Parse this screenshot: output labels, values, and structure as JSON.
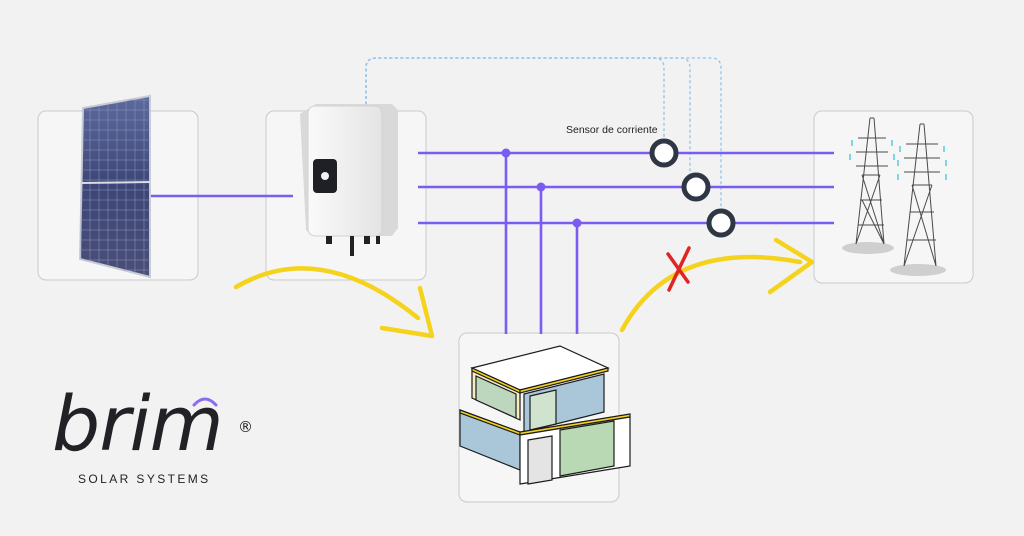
{
  "labels": {
    "sensor": "Sensor de corriente"
  },
  "logo": {
    "brand": "brim",
    "registered": "®",
    "tagline": "SOLAR SYSTEMS"
  },
  "colors": {
    "background": "#f3f2f3",
    "line": "#7b5cf2",
    "dashed": "#8ec3f0",
    "arrow": "#f5d21c",
    "blocked": "#e02424",
    "sensor_ring": "#2f3744",
    "card_border": "#c9c9c9"
  },
  "icons": {
    "solar": "solar-panel-icon",
    "inverter": "inverter-icon",
    "house": "house-icon",
    "grid": "power-tower-icon",
    "sensor": "current-sensor-icon",
    "blocked": "x-mark-icon"
  }
}
